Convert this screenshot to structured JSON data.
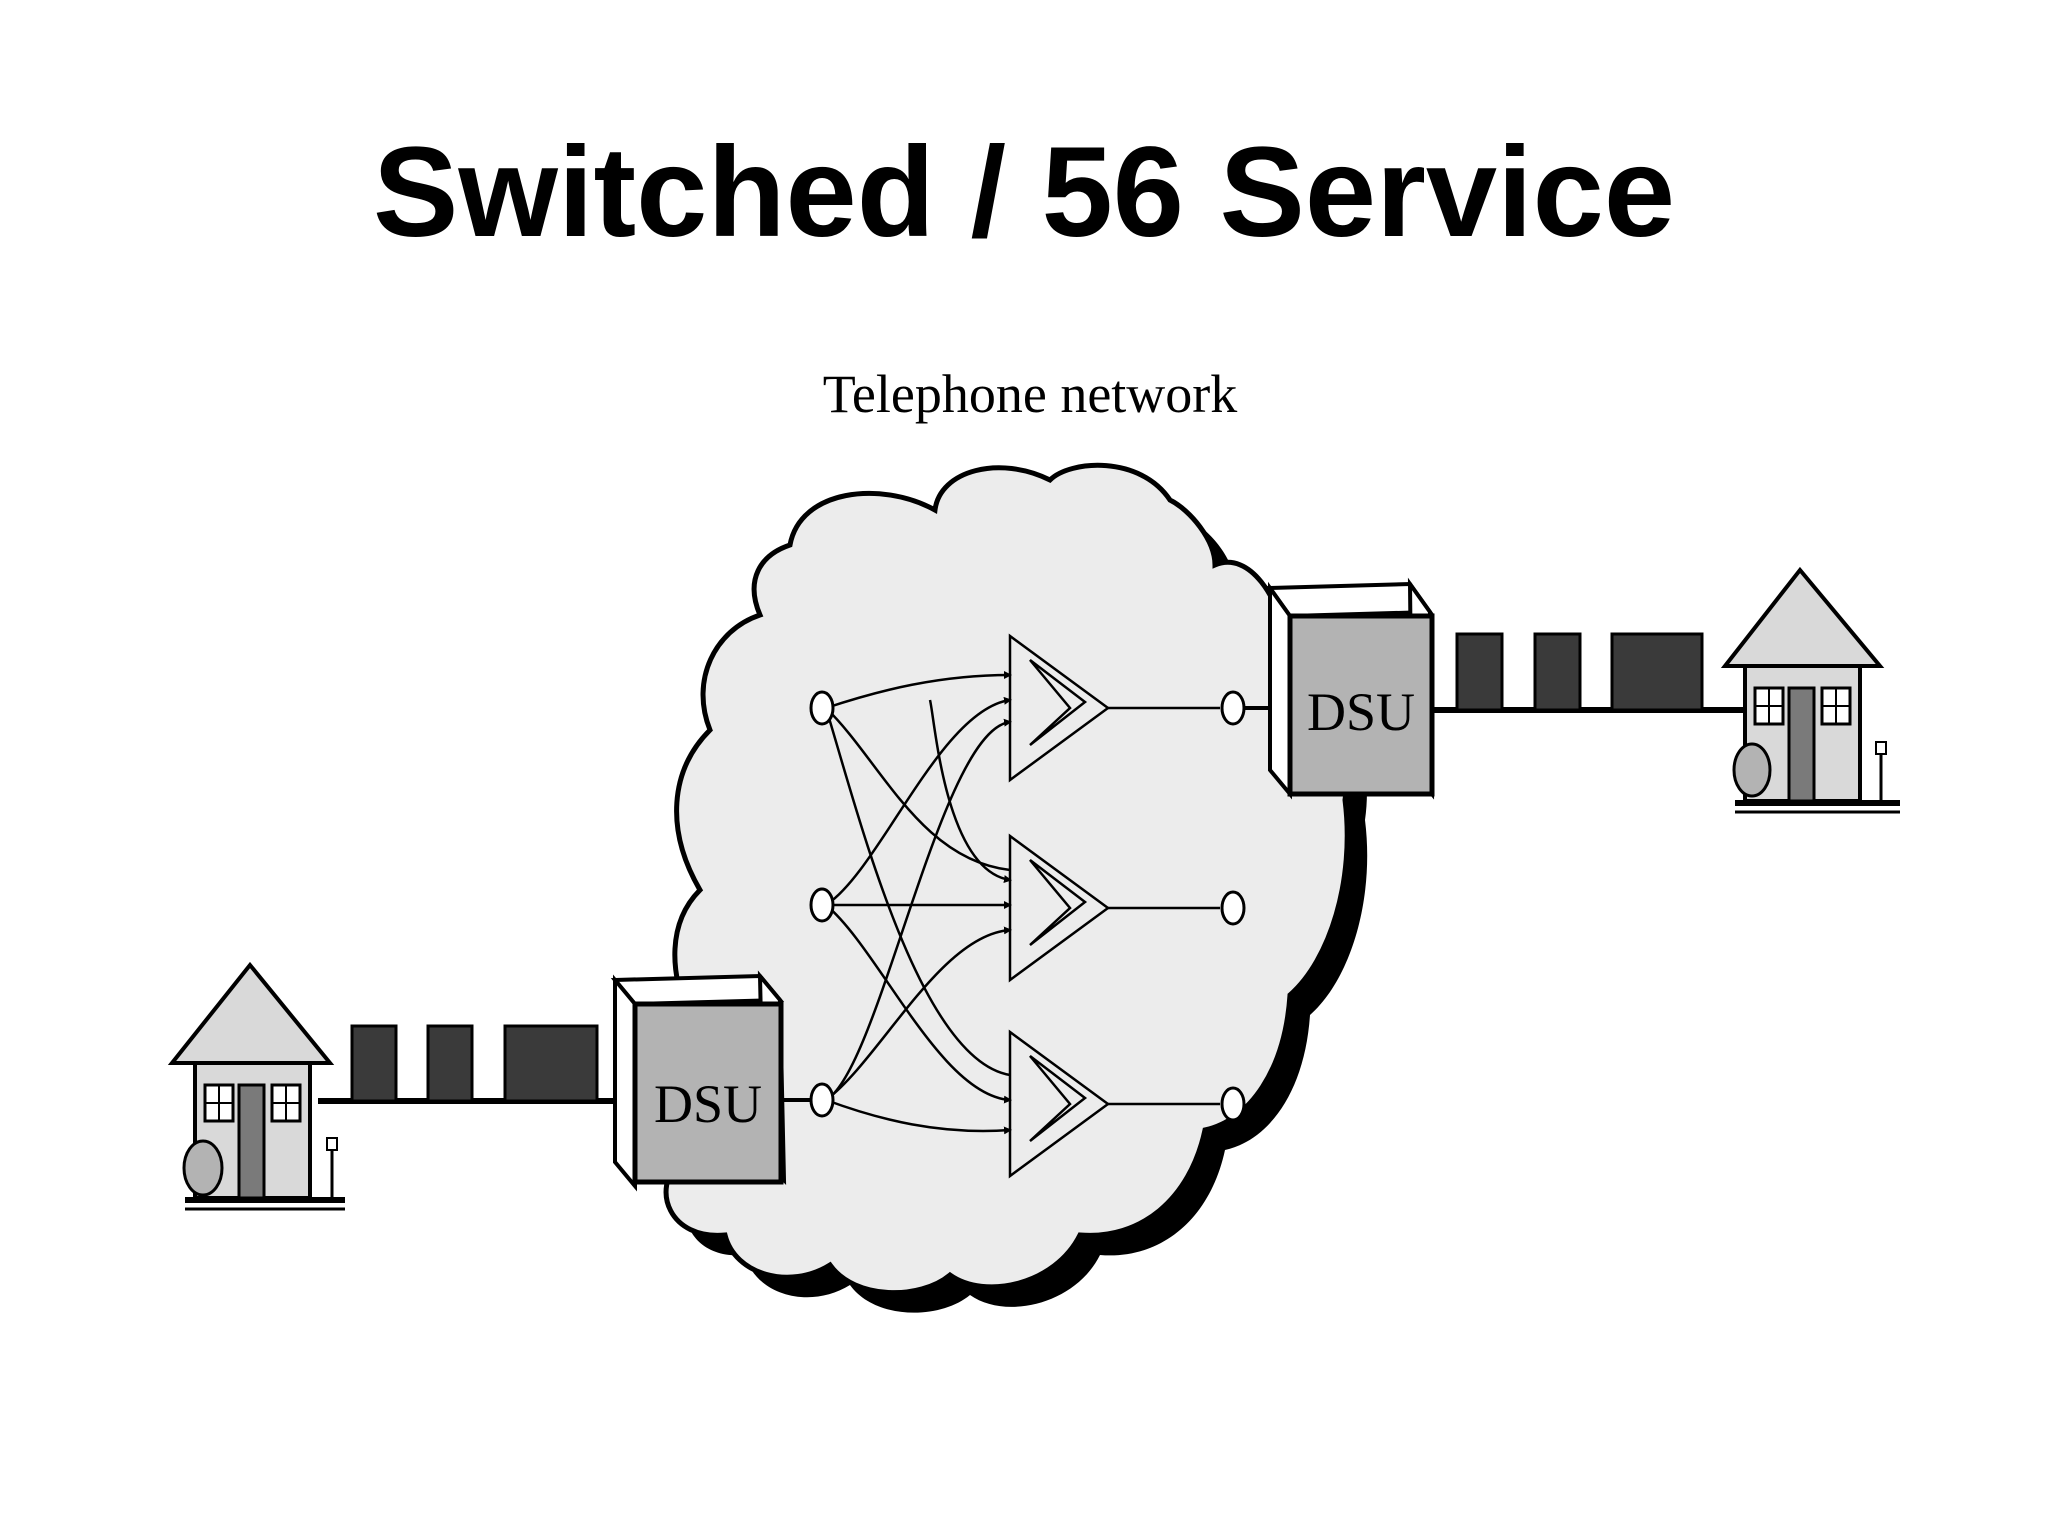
{
  "slide": {
    "title": "Switched / 56 Service"
  },
  "diagram": {
    "network_label": "Telephone network",
    "left_dsu_label": "DSU",
    "right_dsu_label": "DSU",
    "left_house_icon": "house-icon",
    "right_house_icon": "house-icon",
    "switch_icon": "switch-icon"
  },
  "colors": {
    "cloud_fill": "#ececec",
    "cloud_shadow": "#000000",
    "dsu_front": "#b3b3b3",
    "dsu_top": "#ffffff",
    "signal_block": "#3a3a3a",
    "house_wall": "#d9d9d9",
    "house_roof": "#d9d9d9",
    "stroke": "#000000"
  }
}
